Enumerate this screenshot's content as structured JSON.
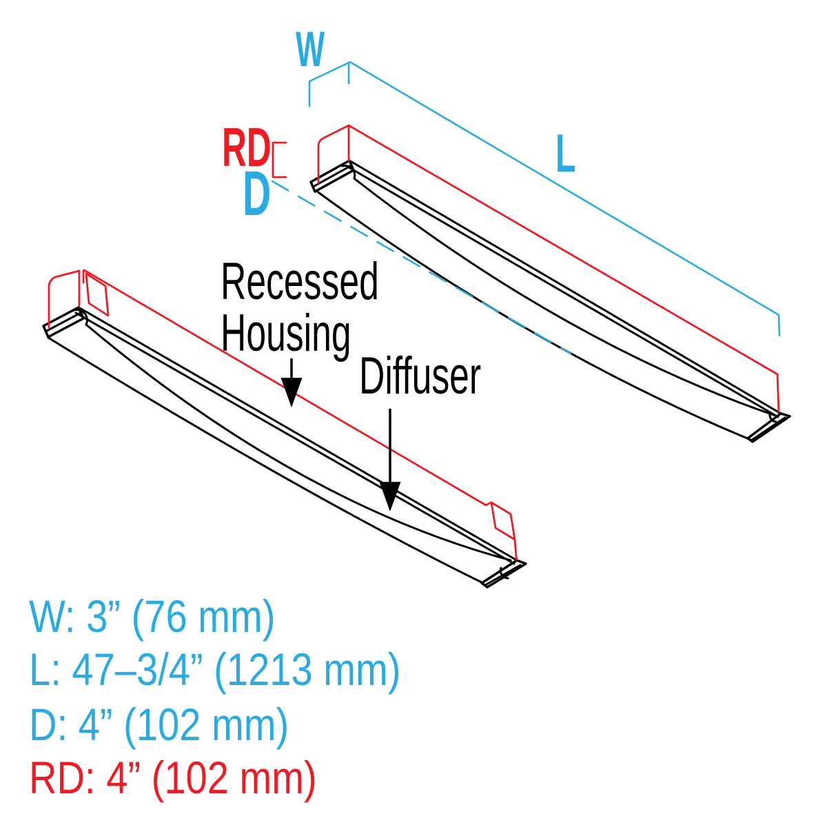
{
  "diagram": {
    "type": "recessed-linear-light-fixture-dimension-drawing",
    "dimension_letter_labels": {
      "w": "W",
      "l": "L",
      "rd": "RD",
      "d": "D"
    },
    "part_labels": {
      "recessed_housing_line1": "Recessed",
      "recessed_housing_line2": "Housing",
      "diffuser": "Diffuser"
    },
    "spec_lines": [
      {
        "key": "W",
        "text": "W: 3” (76 mm)",
        "color": "#29ABE2"
      },
      {
        "key": "L",
        "text": "L: 47–3/4” (1213 mm)",
        "color": "#29ABE2"
      },
      {
        "key": "D",
        "text": "D: 4” (102 mm)",
        "color": "#29ABE2"
      },
      {
        "key": "RD",
        "text": "RD: 4” (102 mm)",
        "color": "#ED1C24"
      }
    ],
    "colors": {
      "dimension_blue": "#29ABE2",
      "housing_red": "#ED1C24",
      "fixture_black": "#000000",
      "background": "#FFFFFF"
    }
  }
}
